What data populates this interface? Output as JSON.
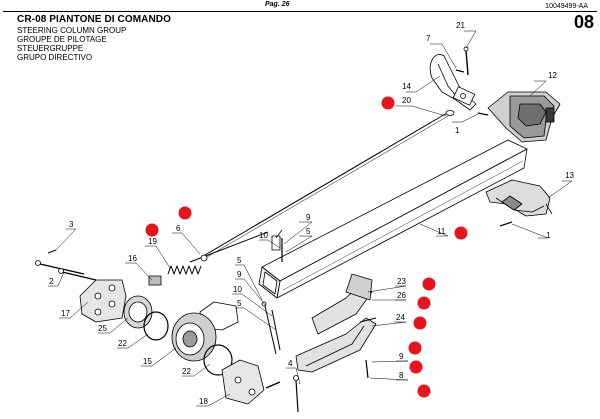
{
  "header": {
    "page_label": "Pag. 26",
    "doc_code": "10049499-AA",
    "section_number": "08",
    "title": "CR-08 PIANTONE DI COMANDO",
    "subtitles": [
      "STEERING COLUMN GROUP",
      "GROUPE DE PILOTAGE",
      "STEUERGRUPPE",
      "GRUPO DIRECTIVO"
    ]
  },
  "colors": {
    "marker": "#e8141c",
    "line": "#000000"
  },
  "callouts": [
    "21",
    "7",
    "14",
    "20",
    "1",
    "12",
    "13",
    "1",
    "11",
    "9",
    "10",
    "5",
    "6",
    "19",
    "16",
    "3",
    "2",
    "17",
    "25",
    "22",
    "15",
    "22",
    "18",
    "5",
    "9",
    "10",
    "5",
    "4",
    "23",
    "26",
    "24",
    "9",
    "8"
  ]
}
